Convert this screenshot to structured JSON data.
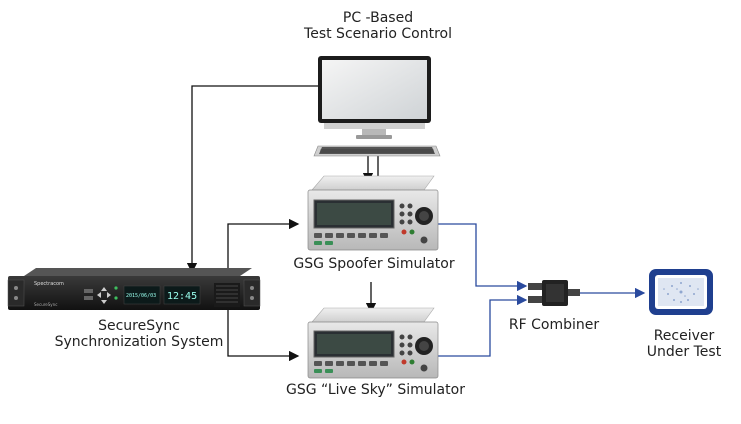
{
  "labels": {
    "pc_line1": "PC -Based",
    "pc_line2": "Test Scenario Control",
    "spoofer": "GSG Spoofer Simulator",
    "livesky": "GSG “Live Sky” Simulator",
    "securesync_line1": "SecureSync",
    "securesync_line2": "Synchronization System",
    "rf_combiner": "RF Combiner",
    "receiver_line1": "Receiver",
    "receiver_line2": "Under Test"
  },
  "device_text": {
    "brand": "Spectracom",
    "model": "SecureSync",
    "date": "2015/06/03",
    "time": "12:45"
  },
  "colors": {
    "black_line": "#111111",
    "rf_line": "#2a4a9e",
    "receiver": "#1f3f8f"
  }
}
